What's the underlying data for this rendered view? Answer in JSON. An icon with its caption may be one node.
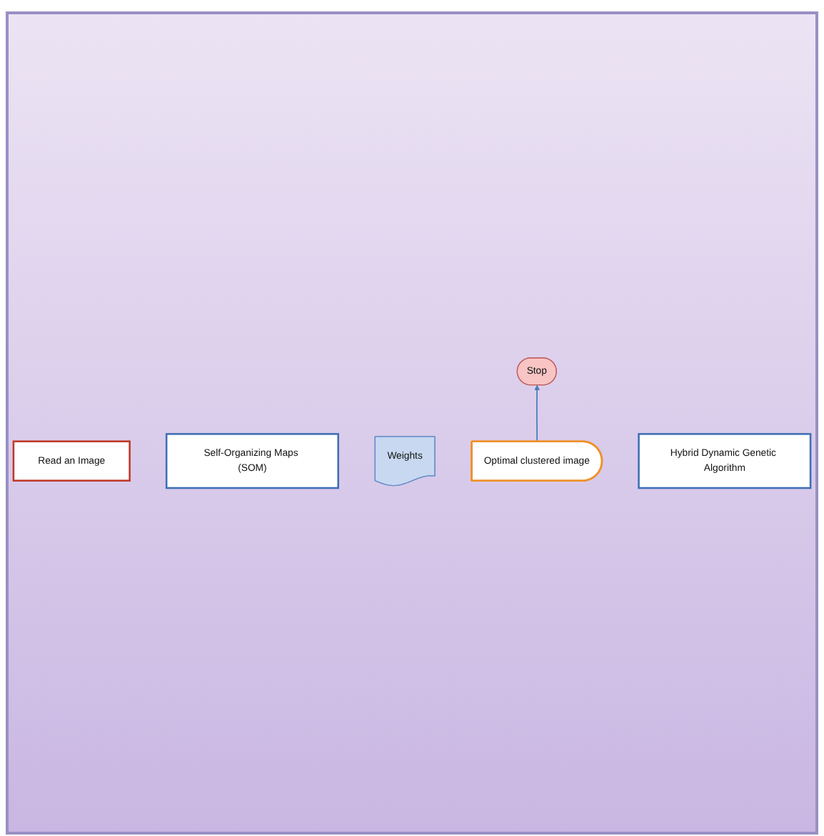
{
  "diagram": {
    "nodes": [
      {
        "text": [
          "Read an Image"
        ]
      },
      {
        "text": [
          "Self-Organizing Maps (SOM)"
        ]
      },
      {
        "text": [
          "Stop"
        ]
      },
      {
        "text": [
          "Weights"
        ]
      },
      {
        "text": [
          "Optimal clustered image"
        ]
      },
      {
        "text": [
          "Hybrid Dynamic Genetic Algorithm"
        ]
      }
    ],
    "edges": [
      {
        "from": 4,
        "to": 2,
        "arrow": "to"
      }
    ]
  }
}
